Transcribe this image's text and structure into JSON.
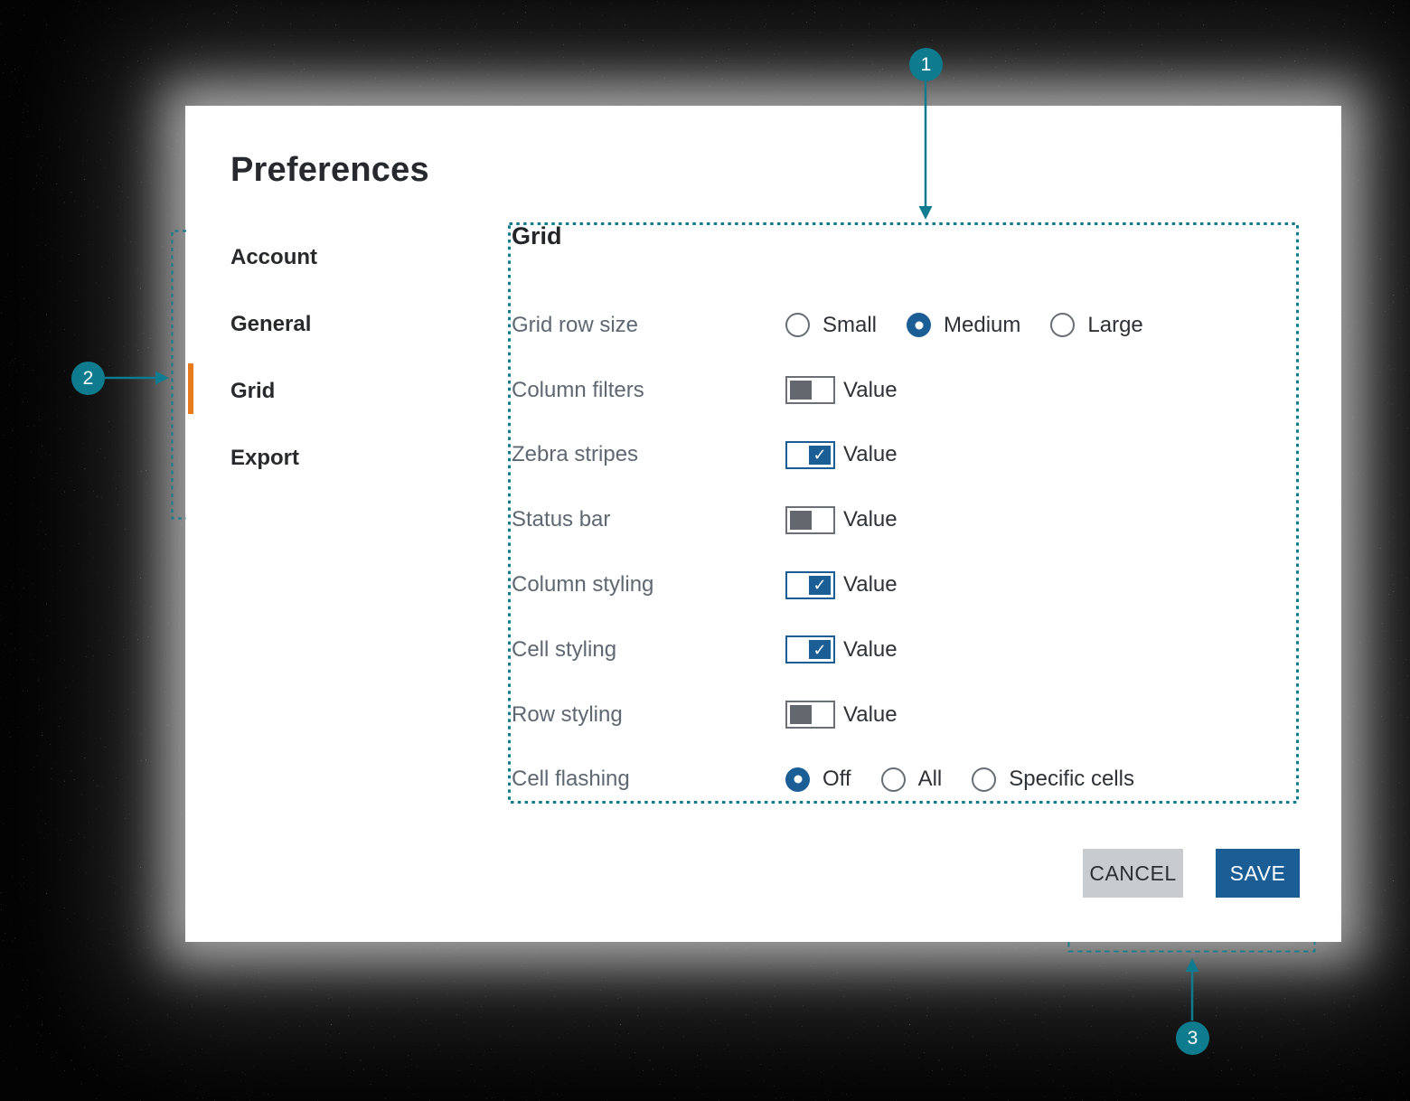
{
  "window": {
    "title": "Preferences"
  },
  "sidebar": {
    "items": [
      {
        "label": "Account",
        "active": false
      },
      {
        "label": "General",
        "active": false
      },
      {
        "label": "Grid",
        "active": true
      },
      {
        "label": "Export",
        "active": false
      }
    ]
  },
  "panel": {
    "heading": "Grid",
    "rows": [
      {
        "label": "Grid row size",
        "type": "radio",
        "options": [
          {
            "label": "Small",
            "selected": false
          },
          {
            "label": "Medium",
            "selected": true
          },
          {
            "label": "Large",
            "selected": false
          }
        ]
      },
      {
        "label": "Column filters",
        "type": "toggle-checkbox",
        "checked": false,
        "value_label": "Value"
      },
      {
        "label": "Zebra stripes",
        "type": "toggle-checkbox",
        "checked": true,
        "value_label": "Value"
      },
      {
        "label": "Status bar",
        "type": "toggle-checkbox",
        "checked": false,
        "value_label": "Value"
      },
      {
        "label": "Column styling",
        "type": "toggle-checkbox",
        "checked": true,
        "value_label": "Value"
      },
      {
        "label": "Cell styling",
        "type": "toggle-checkbox",
        "checked": true,
        "value_label": "Value"
      },
      {
        "label": "Row styling",
        "type": "toggle-checkbox",
        "checked": false,
        "value_label": "Value"
      },
      {
        "label": "Cell flashing",
        "type": "radio",
        "options": [
          {
            "label": "Off",
            "selected": true
          },
          {
            "label": "All",
            "selected": false
          },
          {
            "label": "Specific cells",
            "selected": false
          }
        ]
      }
    ]
  },
  "footer": {
    "cancel_label": "CANCEL",
    "save_label": "SAVE"
  },
  "annotations": {
    "markers": [
      {
        "label": "1"
      },
      {
        "label": "2"
      },
      {
        "label": "3"
      }
    ]
  },
  "icons": {
    "check": "✓"
  },
  "colors": {
    "teal_annotation": "#0e7c8e",
    "accent_blue": "#1b5e96",
    "active_orange": "#e87b1e",
    "cancel_gray": "#c9cccf",
    "label_gray": "#5e6872",
    "unchecked_gray": "#62686e"
  }
}
